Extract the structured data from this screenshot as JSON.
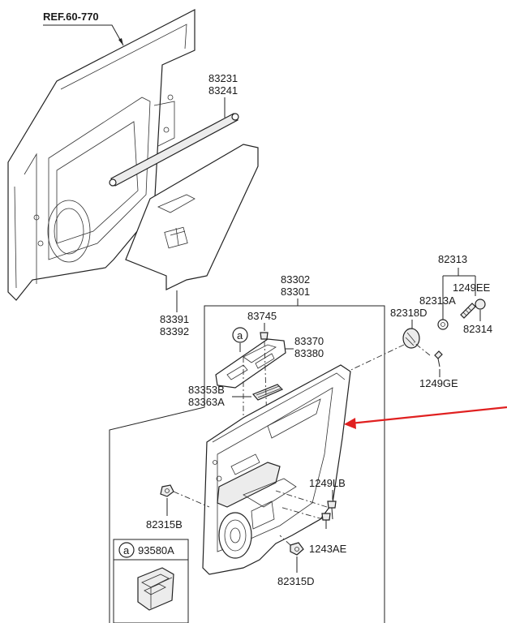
{
  "labels": {
    "ref": "REF.60-770",
    "p83231": "83231",
    "p83241": "83241",
    "p83391": "83391",
    "p83392": "83392",
    "p83302": "83302",
    "p83301": "83301",
    "p82313": "82313",
    "p1249EE": "1249EE",
    "p82313A": "82313A",
    "p82318D": "82318D",
    "p82314": "82314",
    "p83745": "83745",
    "p83370": "83370",
    "p83380": "83380",
    "p1249GE": "1249GE",
    "p83353B": "83353B",
    "p83363A": "83363A",
    "p1249LB": "1249LB",
    "p82315B": "82315B",
    "p1243AE": "1243AE",
    "p82315D": "82315D",
    "p93580A": "93580A",
    "callout_a1": "a",
    "callout_a2": "a"
  },
  "colors": {
    "arrow": "#e02020",
    "lines": "#222222"
  }
}
